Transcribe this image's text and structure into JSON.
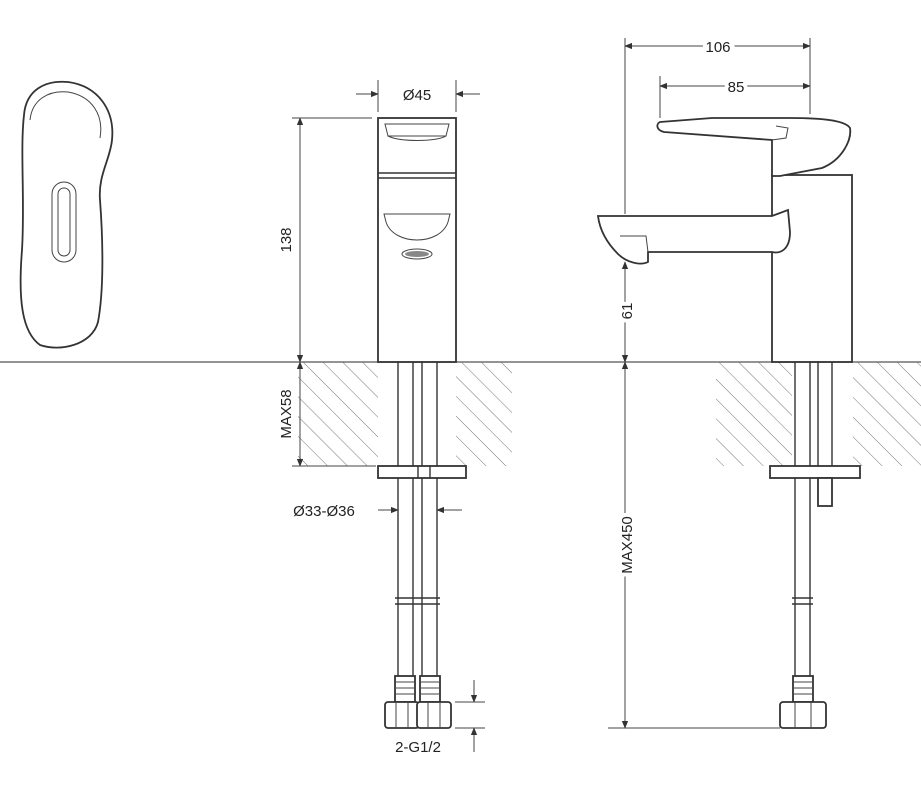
{
  "dimensions": {
    "outlet_diameter": "Ø45",
    "body_height": "138",
    "counter_thickness": "MAX58",
    "hole_diameter": "Ø33-Ø36",
    "connection": "2-G1/2",
    "overall_depth": "106",
    "spout_reach": "85",
    "spout_height": "61",
    "hose_length": "MAX450"
  }
}
